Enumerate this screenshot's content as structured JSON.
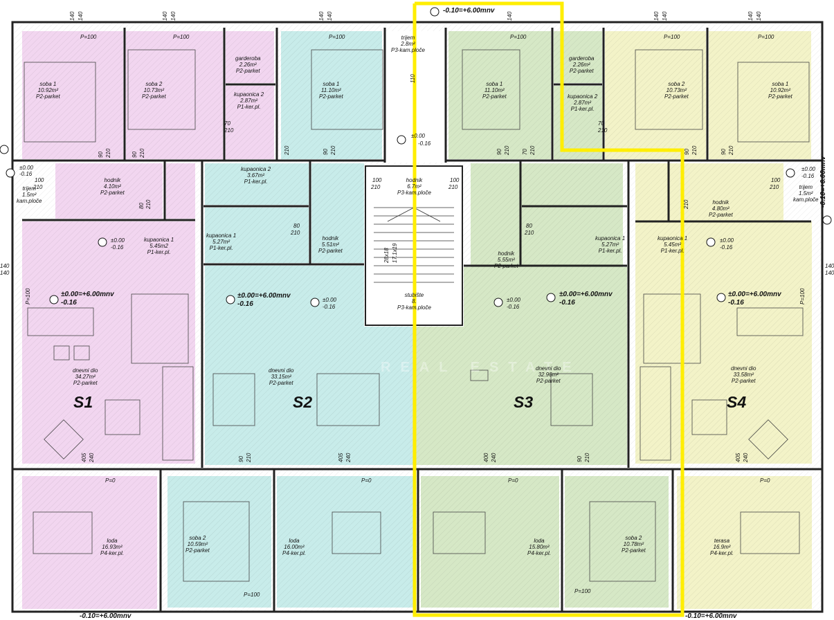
{
  "colors": {
    "s1": "#f2d6f0",
    "s2": "#c8ecea",
    "s3": "#d6e8c6",
    "s4": "#f3f3c8",
    "stair": "#ffffff",
    "highlight": "#ffee00",
    "wall": "#222222"
  },
  "levels": {
    "top_left": "-0.10=+6.00mnv",
    "right_side": "-0.10=+6.00mnv",
    "bottom_left": "-0.10=+6.00mnv",
    "bottom_right": "-0.10=+6.00mnv",
    "small_zero": "±0.00",
    "small_minus": "-0.16",
    "main_zero": "±0.00=+6.00mnv",
    "main_minus": "-0.16"
  },
  "units": [
    {
      "name": "S1",
      "rooms": [
        {
          "name": "soba 1",
          "area": "10.92m²",
          "floor": "P2-parket"
        },
        {
          "name": "soba 2",
          "area": "10.73m²",
          "floor": "P2-parket"
        },
        {
          "name": "garderoba",
          "area": "2.26m²",
          "floor": "P2-parket"
        },
        {
          "name": "kupaonica 2",
          "area": "2.87m²",
          "floor": "P1-ker.pl."
        },
        {
          "name": "hodnik",
          "area": "4.10m²",
          "floor": "P2-parket"
        },
        {
          "name": "kupaonica 1",
          "area": "5.45m2",
          "floor": "P1-ker.pl."
        },
        {
          "name": "dnevni dio",
          "area": "34.27m²",
          "floor": "P2-parket"
        },
        {
          "name": "loda",
          "area": "16.93m²",
          "floor": "P4-ker.pl."
        },
        {
          "name": "trijem",
          "area": "1.5m²",
          "floor": "kam.ploče"
        }
      ]
    },
    {
      "name": "S2",
      "rooms": [
        {
          "name": "soba 1",
          "area": "11.10m²",
          "floor": "P2-parket"
        },
        {
          "name": "kupaonica 2",
          "area": "3.67m²",
          "floor": "P1-ker.pl."
        },
        {
          "name": "kupaonica 1",
          "area": "5.27m²",
          "floor": "P1-ker.pl."
        },
        {
          "name": "hodnik",
          "area": "5.51m²",
          "floor": "P2-parket"
        },
        {
          "name": "dnevni dio",
          "area": "33.15m²",
          "floor": "P2-parket"
        },
        {
          "name": "soba 2",
          "area": "10.59m²",
          "floor": "P2-parket"
        },
        {
          "name": "loda",
          "area": "16.00m²",
          "floor": "P4-ker.pl."
        }
      ]
    },
    {
      "name": "S3",
      "rooms": [
        {
          "name": "soba 1",
          "area": "11.10m²",
          "floor": "P2-parket"
        },
        {
          "name": "kupaonica 2",
          "area": "2.87m²",
          "floor": "P1-ker.pl."
        },
        {
          "name": "kupaonica 1",
          "area": "5.27m²",
          "floor": "P1-ker.pl."
        },
        {
          "name": "hodnik",
          "area": "5.55m²",
          "floor": "P2-parket"
        },
        {
          "name": "dnevni dio",
          "area": "32.96m²",
          "floor": "P2-parket"
        },
        {
          "name": "loda",
          "area": "15.80m²",
          "floor": "P4-ker.pl."
        },
        {
          "name": "soba 2",
          "area": "10.78m²",
          "floor": "P2-parket"
        }
      ]
    },
    {
      "name": "S4",
      "rooms": [
        {
          "name": "garderoba",
          "area": "2.26m²",
          "floor": "P2-parket"
        },
        {
          "name": "soba 2",
          "area": "10.73m²",
          "floor": "P2-parket"
        },
        {
          "name": "soba 1",
          "area": "10.92m²",
          "floor": "P2-parket"
        },
        {
          "name": "hodnik",
          "area": "4.80m²",
          "floor": "P2-parket"
        },
        {
          "name": "kupaonica 1",
          "area": "5.45m²",
          "floor": "P1-ker.pl."
        },
        {
          "name": "dnevni dio",
          "area": "33.58m²",
          "floor": "P2-parket"
        },
        {
          "name": "terasa",
          "area": "16.9m²",
          "floor": "P4-ker.pl."
        },
        {
          "name": "trijem",
          "area": "1.5m²",
          "floor": "kam.ploče"
        }
      ]
    }
  ],
  "common": {
    "trijem": {
      "name": "trijem",
      "area": "2.8m²",
      "floor": "P3-kam.ploče"
    },
    "hodnik": {
      "name": "hodnik",
      "area": "6.7m²",
      "floor": "P3-kam.ploče"
    },
    "stubiste": {
      "name": "stubište",
      "area": "8.",
      "floor": "P3-kam.ploče"
    },
    "stair_dim": "28x18",
    "stair_dim2": "17.1x19"
  },
  "dims": {
    "window": "140",
    "p100": "P=100",
    "p0": "P=0",
    "door90": "90",
    "door210": "210",
    "door70": "70",
    "door80": "80",
    "door100": "100",
    "door110": "110",
    "loggia405": "405",
    "loggia240": "240",
    "loggia400": "400"
  },
  "watermark": {
    "brand": "REAL ESTATE"
  }
}
